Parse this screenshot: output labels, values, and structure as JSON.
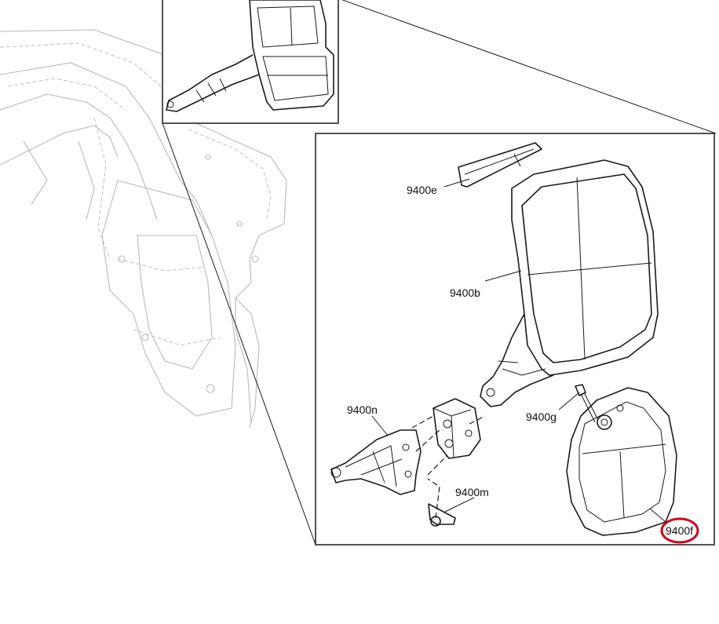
{
  "colors": {
    "ink": "#1a1a1a",
    "ghost": "#b9b9b9",
    "highlight": "#d0021b",
    "stipple": "#c8c8c8"
  },
  "labels": {
    "part_9400e": "9400e",
    "part_9400b": "9400b",
    "part_9400n": "9400n",
    "part_9400g": "9400g",
    "part_9400m": "9400m",
    "part_9400f": "9400f"
  },
  "highlighted_part": "9400f"
}
